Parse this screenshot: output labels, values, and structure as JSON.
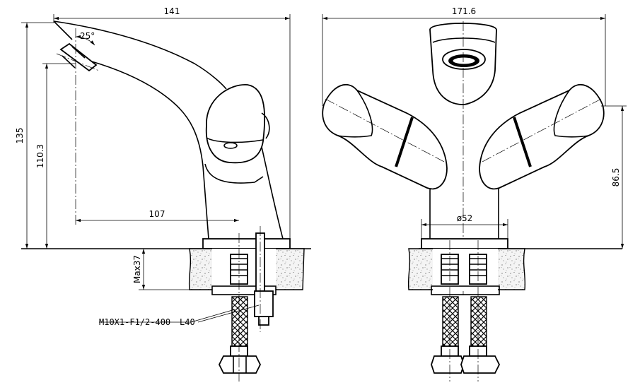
{
  "dimensions": {
    "width_total": "141",
    "height_total": "135",
    "spout_height": "110.3",
    "spout_reach": "107",
    "spout_angle": "25°",
    "max_thickness": "Max37",
    "width_front": "171.6",
    "handle_height": "86.5",
    "base_diameter": "ø52"
  },
  "annotations": {
    "hose_spec": "M10X1-F1/2-400",
    "stud_length": "L40"
  }
}
